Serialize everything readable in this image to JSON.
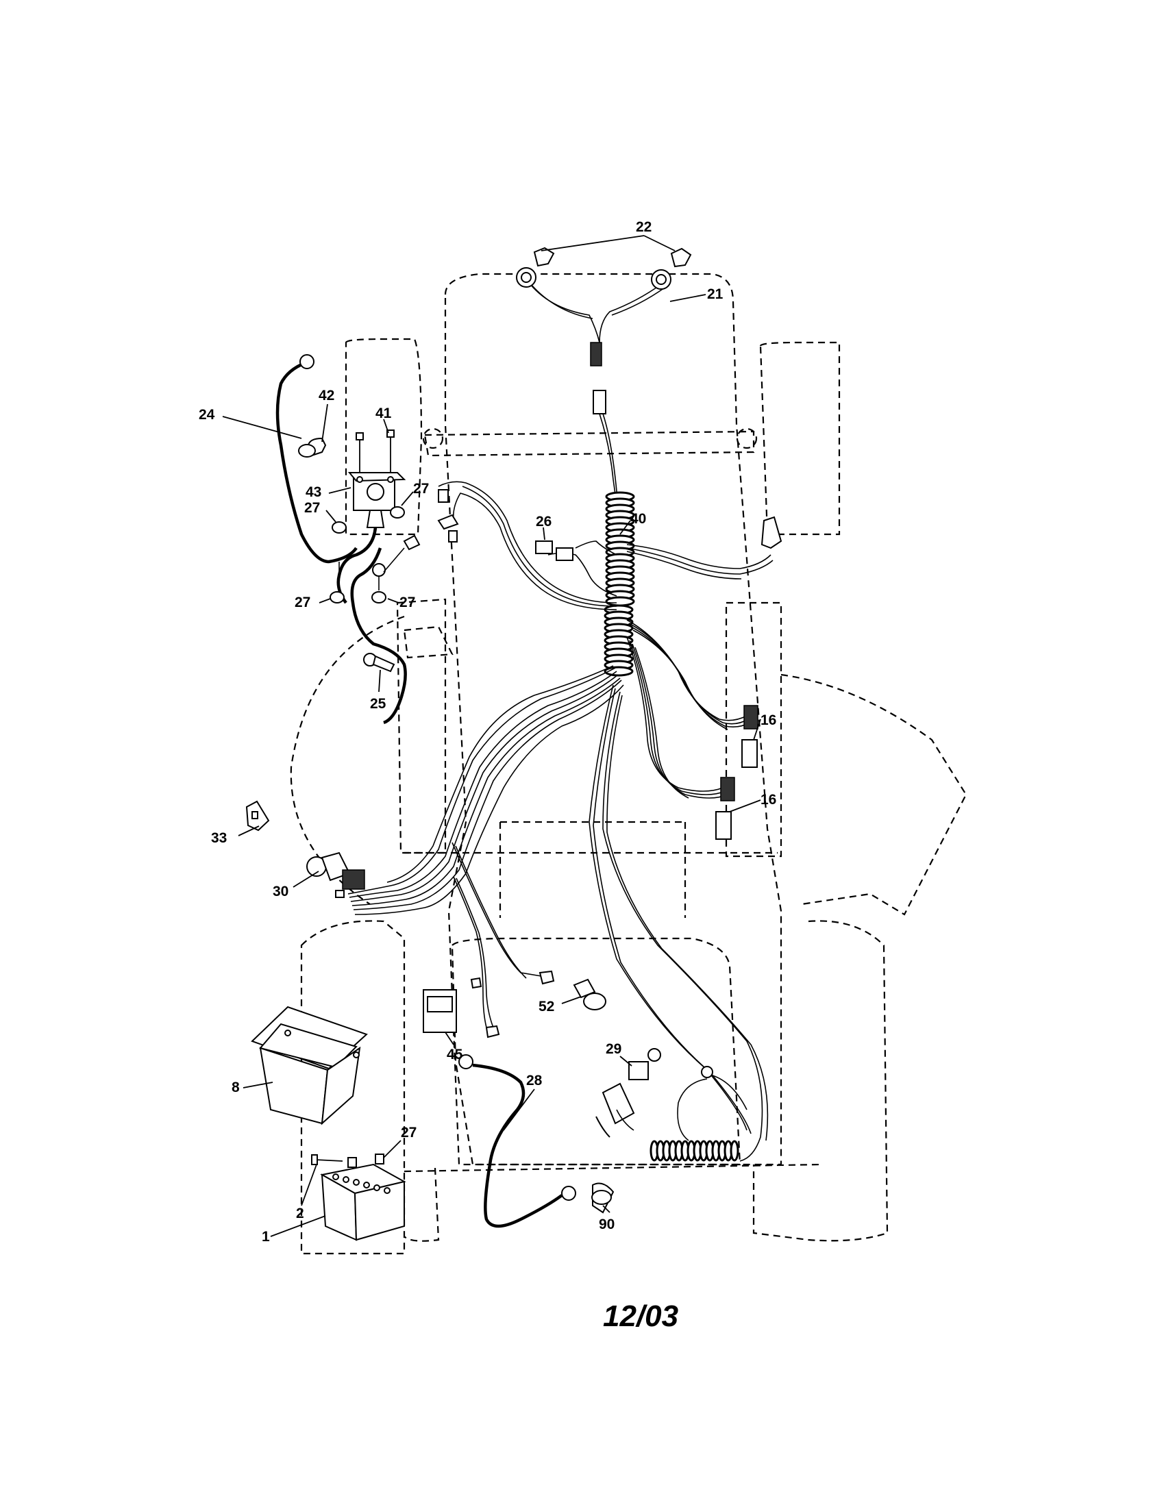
{
  "diagram": {
    "date_code": "12/03",
    "callouts": {
      "c22": "22",
      "c21": "21",
      "c24": "24",
      "c42": "42",
      "c41": "41",
      "c43": "43",
      "c27a": "27",
      "c27b": "27",
      "c27c": "27",
      "c27d": "27",
      "c27e": "27",
      "c26": "26",
      "c40": "40",
      "c25": "25",
      "c16a": "16",
      "c16b": "16",
      "c33": "33",
      "c30": "30",
      "c52": "52",
      "c45": "45",
      "c29": "29",
      "c28": "28",
      "c8": "8",
      "c2": "2",
      "c1": "1",
      "c90": "90"
    }
  }
}
